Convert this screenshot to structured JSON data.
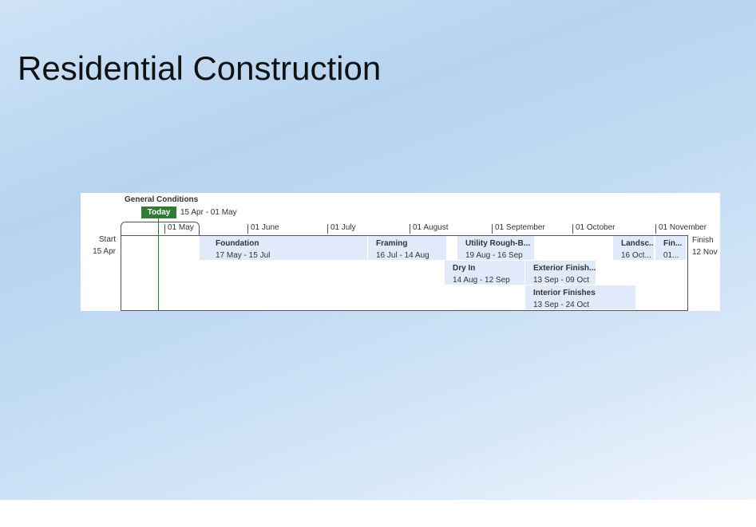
{
  "slide": {
    "title": "Residential Construction"
  },
  "timeline": {
    "summary": {
      "label": "General Conditions",
      "dates": "15 Apr - 01 May"
    },
    "today_label": "Today",
    "start": {
      "label": "Start",
      "date": "15 Apr"
    },
    "finish": {
      "label": "Finish",
      "date": "12 Nov"
    },
    "months": [
      "01 May",
      "01 June",
      "01 July",
      "01 August",
      "01 September",
      "01 October",
      "01 November"
    ],
    "tasks": [
      {
        "name": "Foundation",
        "dates": "17 May - 15 Jul"
      },
      {
        "name": "Framing",
        "dates": "16 Jul - 14 Aug"
      },
      {
        "name": "Utility  Rough-B...",
        "dates": "19 Aug - 16 Sep"
      },
      {
        "name": "Landsc...",
        "dates": "16 Oct..."
      },
      {
        "name": "Fin...",
        "dates": "01..."
      },
      {
        "name": "Dry In",
        "dates": "14 Aug - 12 Sep"
      },
      {
        "name": "Exterior  Finish...",
        "dates": "13 Sep - 09 Oct"
      },
      {
        "name": "Interior Finishes",
        "dates": "13 Sep - 24 Oct"
      }
    ],
    "colors": {
      "today": "#2e7d32",
      "bar": "#e1eafa"
    }
  }
}
